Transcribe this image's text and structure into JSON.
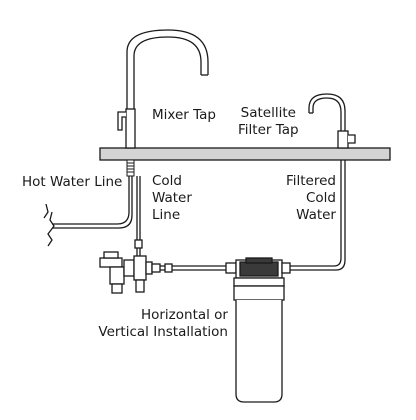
{
  "labels": {
    "mixer_tap": "Mixer Tap",
    "satellite_tap": [
      "Satellite",
      "Filter Tap"
    ],
    "hot_water_line": "Hot Water Line",
    "cold_water_line": [
      "Cold",
      "Water",
      "Line"
    ],
    "filtered_cold_water": [
      "Filtered",
      "Cold",
      "Water"
    ],
    "installation": [
      "Horizontal or",
      "Vertical Installation"
    ]
  },
  "colors": {
    "stroke": "#1a1a1a",
    "countertop": "#d4d4d4",
    "filter_body": "#ffffff"
  }
}
